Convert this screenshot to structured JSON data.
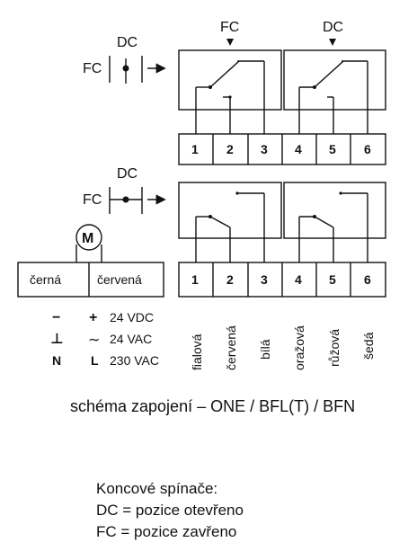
{
  "top_switch": {
    "marker_left": "FC",
    "marker_top": "DC"
  },
  "top_relays": {
    "left_label": "FC",
    "right_label": "DC"
  },
  "bottom_switch": {
    "marker_left": "FC",
    "marker_top": "DC"
  },
  "terminals_top": [
    "1",
    "2",
    "3",
    "4",
    "5",
    "6"
  ],
  "terminals_bottom": [
    "1",
    "2",
    "3",
    "4",
    "5",
    "6"
  ],
  "motor": {
    "label": "M",
    "left_wire": "černá",
    "right_wire": "červená"
  },
  "supply": {
    "rows": [
      {
        "neg": "−",
        "pos": "+",
        "value": "24 VDC"
      },
      {
        "neg": "⊥",
        "pos": "∼",
        "value": "24 VAC"
      },
      {
        "neg": "N",
        "pos": "L",
        "value": "230 VAC"
      }
    ]
  },
  "wire_colors": [
    "fialová",
    "červená",
    "bílá",
    "oražová",
    "růžová",
    "šedá"
  ],
  "caption": "schéma zapojení – ONE / BFL(T) / BFN",
  "legend": {
    "title": "Koncové spínače:",
    "line1": "DC = pozice otevřeno",
    "line2": "FC = pozice zavřeno"
  }
}
